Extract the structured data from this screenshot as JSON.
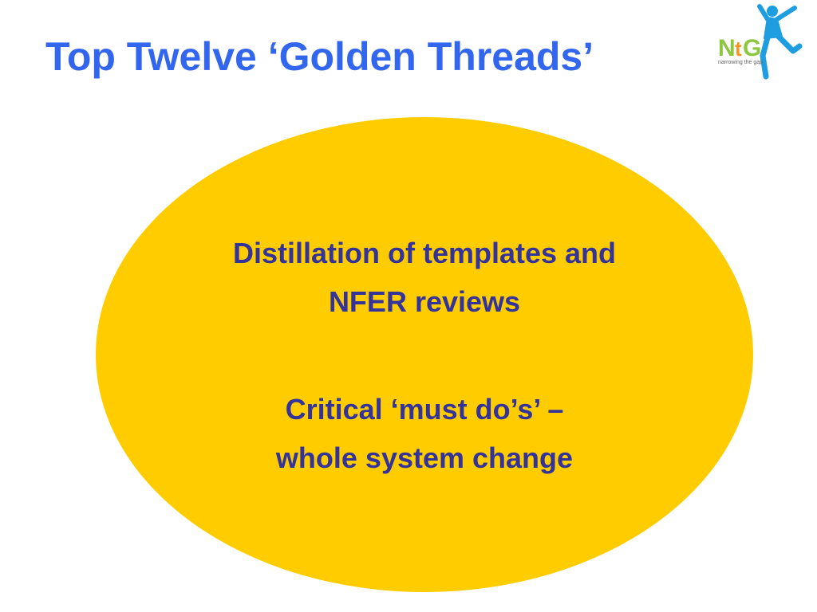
{
  "slide": {
    "title": "Top Twelve ‘Golden Threads’",
    "body_lines": [
      "Distillation of templates and",
      "NFER reviews",
      "Critical ‘must do’s’ –",
      "whole system change"
    ]
  },
  "logo": {
    "text_n": "N",
    "text_t": "t",
    "text_g": "G",
    "tagline": "narrowing the gap",
    "icon": "jumping-person-icon"
  },
  "colors": {
    "title": "#3366ee",
    "body_text": "#33339a",
    "ellipse_fill": "#ffcc00",
    "logo_green": "#8dc63f",
    "logo_orange": "#f7941d",
    "logo_blue": "#1e9ee0",
    "logo_tagline": "#666666"
  }
}
